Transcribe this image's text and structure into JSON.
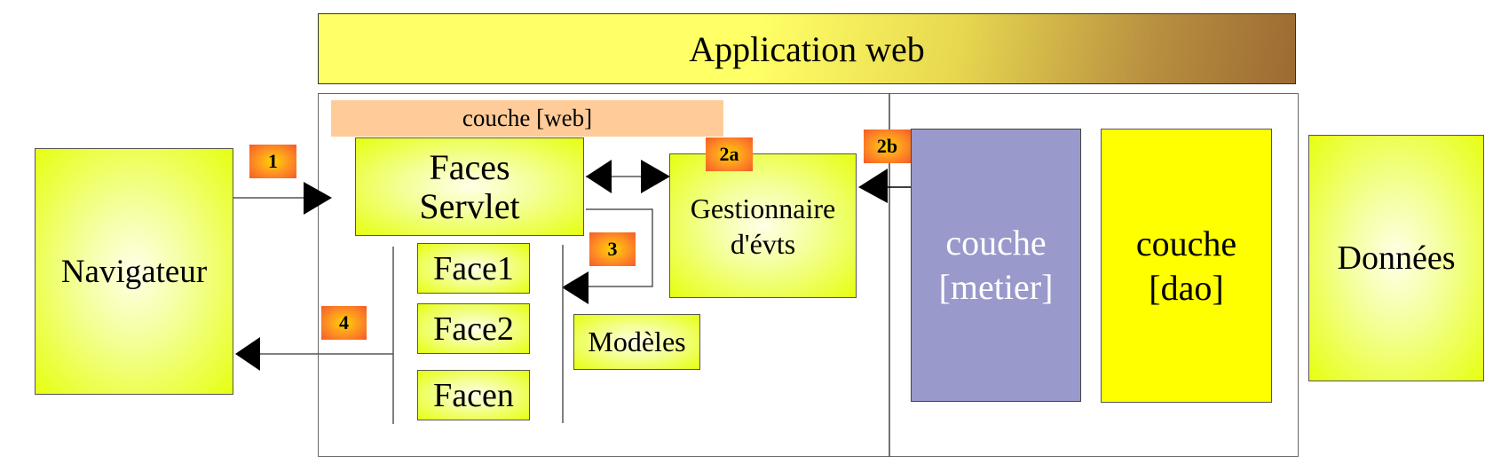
{
  "title": "Application web",
  "layers": {
    "web": "couche [web]",
    "metier": [
      "couche",
      "[metier]"
    ],
    "dao": [
      "couche",
      "[dao]"
    ]
  },
  "nodes": {
    "navigateur": "Navigateur",
    "faces_servlet": [
      "Faces",
      "Servlet"
    ],
    "gestionnaire": [
      "Gestionnaire",
      "d'évts"
    ],
    "faces": [
      "Face1",
      "Face2",
      "Facen"
    ],
    "modeles": "Modèles",
    "donnees": "Données"
  },
  "steps": [
    "1",
    "2a",
    "2b",
    "3",
    "4"
  ],
  "colors": {
    "title_start": "#ffff66",
    "title_end": "#9c6a32",
    "web_layer": "#ffcc99",
    "metier_layer": "#9999cc",
    "dao_layer": "#ffff00",
    "node_fill": "#e6ff10",
    "badge": "#f55a2a"
  }
}
